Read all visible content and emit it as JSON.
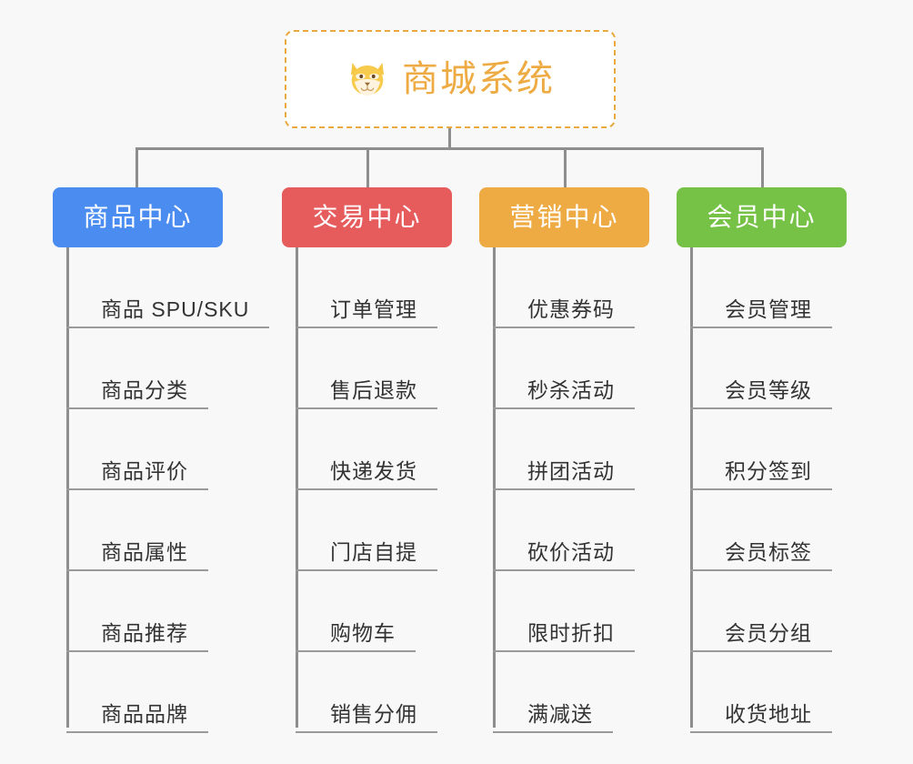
{
  "diagram": {
    "type": "mindmap-org-chart",
    "background_color": "#f8f8f8",
    "line_color": "#8e8e8e",
    "root": {
      "title": "商城系统",
      "icon": "shiba-dog-face-icon",
      "text_color": "#eeab44",
      "border_color": "#e9a93f",
      "background_color": "#ffffff"
    },
    "branches": [
      {
        "label": "商品中心",
        "color": "#4a8cf0",
        "leaves": [
          "商品 SPU/SKU",
          "商品分类",
          "商品评价",
          "商品属性",
          "商品推荐",
          "商品品牌"
        ]
      },
      {
        "label": "交易中心",
        "color": "#e65c5c",
        "leaves": [
          "订单管理",
          "售后退款",
          "快递发货",
          "门店自提",
          "购物车",
          "销售分佣"
        ]
      },
      {
        "label": "营销中心",
        "color": "#eeab44",
        "leaves": [
          "优惠券码",
          "秒杀活动",
          "拼团活动",
          "砍价活动",
          "限时折扣",
          "满减送"
        ]
      },
      {
        "label": "会员中心",
        "color": "#76c247",
        "leaves": [
          "会员管理",
          "会员等级",
          "积分签到",
          "会员标签",
          "会员分组",
          "收货地址"
        ]
      }
    ]
  }
}
